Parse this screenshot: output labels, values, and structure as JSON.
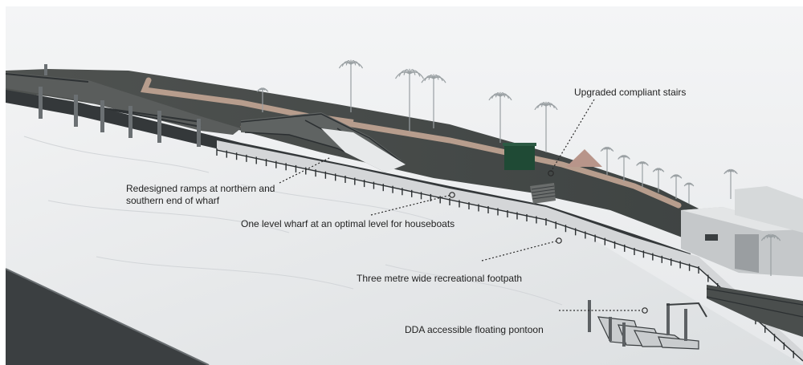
{
  "annotations": {
    "stairs": "Upgraded compliant stairs",
    "ramps_line1": "Redesigned ramps at northern and",
    "ramps_line2": "southern end of wharf",
    "wharf": "One level wharf at an optimal level for houseboats",
    "footpath": "Three metre wide recreational footpath",
    "pontoon": "DDA accessible floating pontoon"
  },
  "colors": {
    "sky": "#e9ebed",
    "water": "#e6e8ea",
    "grass": "#4a4d4c",
    "path": "#b79d8d",
    "wall": "#34383a",
    "deck": "#d4d6d8",
    "shed": "#1f4a35",
    "building": "#c5c8ca"
  }
}
